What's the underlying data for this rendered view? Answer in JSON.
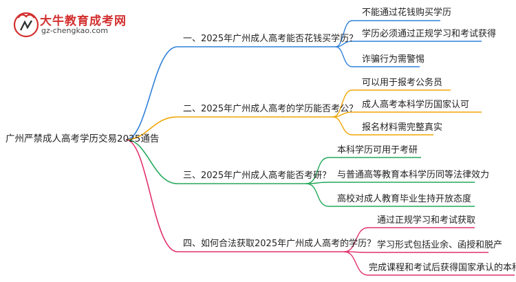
{
  "logo": {
    "name": "大牛教育成考网",
    "url": "gz-chengkao.com"
  },
  "mindmap": {
    "root": "广州严禁成人高考学历交易2025通告",
    "branches": [
      {
        "label": "一、2025年广州成人高考能否花钱买学历？",
        "color": "#2f80d8",
        "children": [
          "不能通过花钱购买学历",
          "学历必须通过正规学习和考试获得",
          "诈骗行为需警惕"
        ]
      },
      {
        "label": "二、2025年广州成人高考的学历能否考公？",
        "color": "#f0a500",
        "children": [
          "可以用于报考公务员",
          "成人高考本科学历国家认可",
          "报名材料需完整真实"
        ]
      },
      {
        "label": "三、2025年广州成人高考能否考研？",
        "color": "#22a859",
        "children": [
          "本科学历可用于考研",
          "与普通高等教育本科学历同等法律效力",
          "高校对成人教育毕业生持开放态度"
        ]
      },
      {
        "label": "四、如何合法获取2025年广州成人高考的学历？",
        "color": "#e0306a",
        "children": [
          "通过正规学习和考试获取",
          "学习形式包括业余、函授和脱产",
          "完成课程和考试后获得国家承认的本科学历"
        ]
      }
    ]
  }
}
